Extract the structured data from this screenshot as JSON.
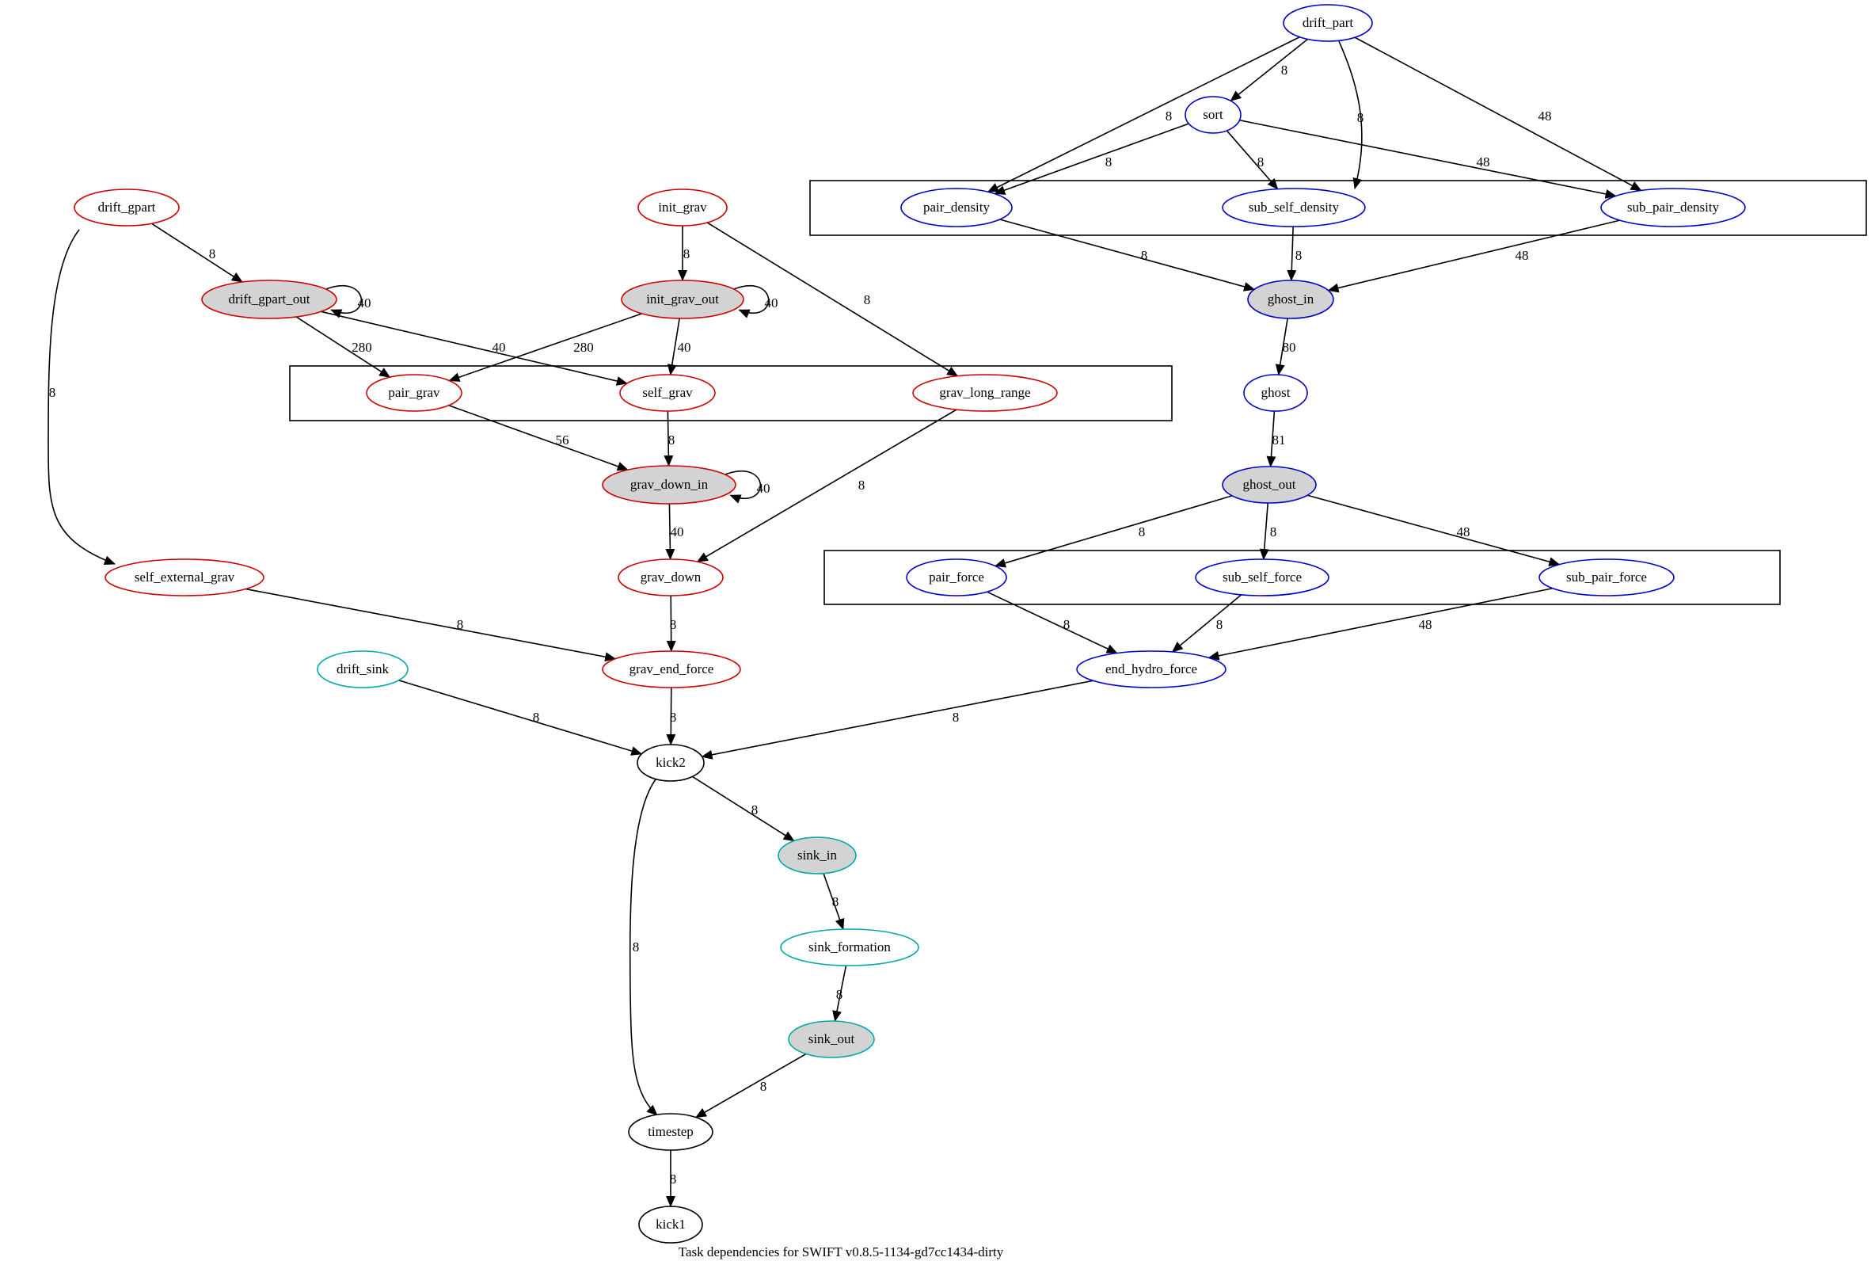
{
  "caption": "Task dependencies for SWIFT v0.8.5-1134-gd7cc1434-dirty",
  "colors": {
    "gravity": "#cc0000",
    "hydro": "#0000cc",
    "sink": "#00aaaa",
    "general": "#000000",
    "implicit_fill": "#d3d3d3",
    "edge": "#000000",
    "cluster_border": "#000000"
  },
  "nodes": [
    {
      "id": "drift_part",
      "label": "drift_part",
      "group": "hydro",
      "filled": false
    },
    {
      "id": "sort",
      "label": "sort",
      "group": "hydro",
      "filled": false
    },
    {
      "id": "pair_density",
      "label": "pair_density",
      "group": "hydro",
      "filled": false
    },
    {
      "id": "sub_self_density",
      "label": "sub_self_density",
      "group": "hydro",
      "filled": false
    },
    {
      "id": "sub_pair_density",
      "label": "sub_pair_density",
      "group": "hydro",
      "filled": false
    },
    {
      "id": "ghost_in",
      "label": "ghost_in",
      "group": "hydro",
      "filled": true
    },
    {
      "id": "ghost",
      "label": "ghost",
      "group": "hydro",
      "filled": false
    },
    {
      "id": "ghost_out",
      "label": "ghost_out",
      "group": "hydro",
      "filled": true
    },
    {
      "id": "pair_force",
      "label": "pair_force",
      "group": "hydro",
      "filled": false
    },
    {
      "id": "sub_self_force",
      "label": "sub_self_force",
      "group": "hydro",
      "filled": false
    },
    {
      "id": "sub_pair_force",
      "label": "sub_pair_force",
      "group": "hydro",
      "filled": false
    },
    {
      "id": "end_hydro_force",
      "label": "end_hydro_force",
      "group": "hydro",
      "filled": false
    },
    {
      "id": "drift_gpart",
      "label": "drift_gpart",
      "group": "gravity",
      "filled": false
    },
    {
      "id": "drift_gpart_out",
      "label": "drift_gpart_out",
      "group": "gravity",
      "filled": true
    },
    {
      "id": "init_grav",
      "label": "init_grav",
      "group": "gravity",
      "filled": false
    },
    {
      "id": "init_grav_out",
      "label": "init_grav_out",
      "group": "gravity",
      "filled": true
    },
    {
      "id": "pair_grav",
      "label": "pair_grav",
      "group": "gravity",
      "filled": false
    },
    {
      "id": "self_grav",
      "label": "self_grav",
      "group": "gravity",
      "filled": false
    },
    {
      "id": "grav_long_range",
      "label": "grav_long_range",
      "group": "gravity",
      "filled": false
    },
    {
      "id": "grav_down_in",
      "label": "grav_down_in",
      "group": "gravity",
      "filled": true
    },
    {
      "id": "grav_down",
      "label": "grav_down",
      "group": "gravity",
      "filled": false
    },
    {
      "id": "self_external_grav",
      "label": "self_external_grav",
      "group": "gravity",
      "filled": false
    },
    {
      "id": "grav_end_force",
      "label": "grav_end_force",
      "group": "gravity",
      "filled": false
    },
    {
      "id": "drift_sink",
      "label": "drift_sink",
      "group": "sink",
      "filled": false
    },
    {
      "id": "kick2",
      "label": "kick2",
      "group": "general",
      "filled": false
    },
    {
      "id": "sink_in",
      "label": "sink_in",
      "group": "sink",
      "filled": true
    },
    {
      "id": "sink_formation",
      "label": "sink_formation",
      "group": "sink",
      "filled": false
    },
    {
      "id": "sink_out",
      "label": "sink_out",
      "group": "sink",
      "filled": true
    },
    {
      "id": "timestep",
      "label": "timestep",
      "group": "general",
      "filled": false
    },
    {
      "id": "kick1",
      "label": "kick1",
      "group": "general",
      "filled": false
    }
  ],
  "edges": [
    {
      "from": "drift_part",
      "to": "sort",
      "label": "8"
    },
    {
      "from": "drift_part",
      "to": "pair_density",
      "label": "8"
    },
    {
      "from": "drift_part",
      "to": "sub_self_density",
      "label": "8"
    },
    {
      "from": "drift_part",
      "to": "sub_pair_density",
      "label": "48"
    },
    {
      "from": "sort",
      "to": "pair_density",
      "label": "8"
    },
    {
      "from": "sort",
      "to": "sub_self_density",
      "label": "8"
    },
    {
      "from": "sort",
      "to": "sub_pair_density",
      "label": "48"
    },
    {
      "from": "pair_density",
      "to": "ghost_in",
      "label": "8"
    },
    {
      "from": "sub_self_density",
      "to": "ghost_in",
      "label": "8"
    },
    {
      "from": "sub_pair_density",
      "to": "ghost_in",
      "label": "48"
    },
    {
      "from": "ghost_in",
      "to": "ghost",
      "label": "80"
    },
    {
      "from": "ghost",
      "to": "ghost_out",
      "label": "81"
    },
    {
      "from": "ghost_out",
      "to": "pair_force",
      "label": "8"
    },
    {
      "from": "ghost_out",
      "to": "sub_self_force",
      "label": "8"
    },
    {
      "from": "ghost_out",
      "to": "sub_pair_force",
      "label": "48"
    },
    {
      "from": "pair_force",
      "to": "end_hydro_force",
      "label": "8"
    },
    {
      "from": "sub_self_force",
      "to": "end_hydro_force",
      "label": "8"
    },
    {
      "from": "sub_pair_force",
      "to": "end_hydro_force",
      "label": "48"
    },
    {
      "from": "end_hydro_force",
      "to": "kick2",
      "label": "8"
    },
    {
      "from": "drift_gpart",
      "to": "drift_gpart_out",
      "label": "8"
    },
    {
      "from": "drift_gpart",
      "to": "self_external_grav",
      "label": "8"
    },
    {
      "from": "drift_gpart_out",
      "to": "drift_gpart_out",
      "label": "40"
    },
    {
      "from": "drift_gpart_out",
      "to": "pair_grav",
      "label": "280"
    },
    {
      "from": "drift_gpart_out",
      "to": "self_grav",
      "label": "40"
    },
    {
      "from": "init_grav",
      "to": "init_grav_out",
      "label": "8"
    },
    {
      "from": "init_grav",
      "to": "grav_long_range",
      "label": "8"
    },
    {
      "from": "init_grav_out",
      "to": "init_grav_out",
      "label": "40"
    },
    {
      "from": "init_grav_out",
      "to": "pair_grav",
      "label": "280"
    },
    {
      "from": "init_grav_out",
      "to": "self_grav",
      "label": "40"
    },
    {
      "from": "pair_grav",
      "to": "grav_down_in",
      "label": "56"
    },
    {
      "from": "self_grav",
      "to": "grav_down_in",
      "label": "8"
    },
    {
      "from": "grav_down_in",
      "to": "grav_down_in",
      "label": "40"
    },
    {
      "from": "grav_down_in",
      "to": "grav_down",
      "label": "40"
    },
    {
      "from": "grav_long_range",
      "to": "grav_down",
      "label": "8"
    },
    {
      "from": "grav_down",
      "to": "grav_end_force",
      "label": "8"
    },
    {
      "from": "self_external_grav",
      "to": "grav_end_force",
      "label": "8"
    },
    {
      "from": "grav_end_force",
      "to": "kick2",
      "label": "8"
    },
    {
      "from": "drift_sink",
      "to": "kick2",
      "label": "8"
    },
    {
      "from": "kick2",
      "to": "sink_in",
      "label": "8"
    },
    {
      "from": "kick2",
      "to": "timestep",
      "label": "8"
    },
    {
      "from": "sink_in",
      "to": "sink_formation",
      "label": "8"
    },
    {
      "from": "sink_formation",
      "to": "sink_out",
      "label": "8"
    },
    {
      "from": "sink_out",
      "to": "timestep",
      "label": "8"
    },
    {
      "from": "timestep",
      "to": "kick1",
      "label": "8"
    }
  ]
}
